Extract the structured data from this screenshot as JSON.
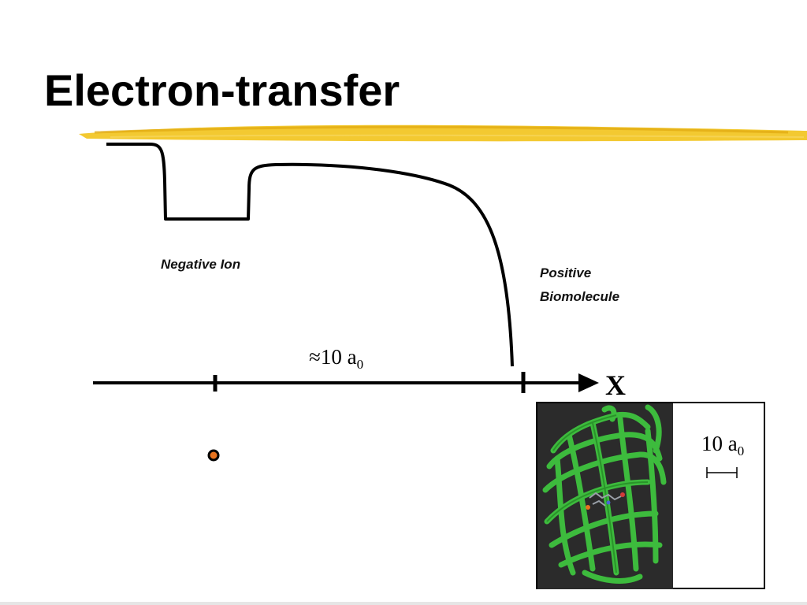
{
  "slide": {
    "title": "Electron-transfer"
  },
  "labels": {
    "negative_ion": "Negative Ion",
    "positive_line1": "Positive",
    "positive_line2": "Biomolecule",
    "distance_prefix": "≈10 a",
    "distance_sub": "0",
    "axis": "X",
    "scale_prefix": "10 a",
    "scale_sub": "0"
  },
  "colors": {
    "underline": "#f2c31b",
    "protein": "#3dbb3d",
    "ion_fill": "#e8731e",
    "panel_bg": "#2b2b2b"
  }
}
